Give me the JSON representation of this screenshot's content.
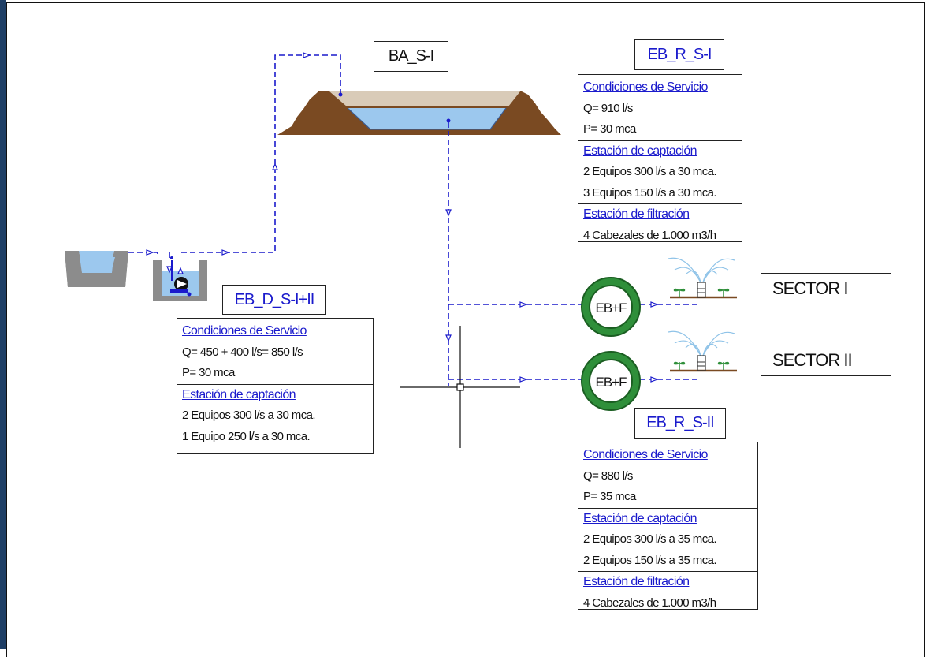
{
  "colors": {
    "pipe": "#1a1acc",
    "earth": "#7a4a22",
    "water": "#9cc8ee",
    "water_dark": "#6fa9dc",
    "basin": "#8c8c8c",
    "crest": "#d9cbb8",
    "ring": "#2f8f3a",
    "ring_dark": "#1b5e22"
  },
  "labels": {
    "ba": "BA_S-I",
    "eb_r_s1": "EB_R_S-I",
    "eb_d": "EB_D_S-I+II",
    "eb_r_s2": "EB_R_S-II",
    "sector1": "SECTOR I",
    "sector2": "SECTOR II",
    "station": "EB+F"
  },
  "box_s1": {
    "rows": [
      "Condiciones de Servicio",
      "Q= 910 l/s",
      "P= 30 mca",
      "Estación de captación",
      "2 Equipos  300 l/s a 30 mca.",
      "3 Equipos 150 l/s a 30 mca.",
      "Estación de filtración",
      "4 Cabezales de 1.000 m3/h"
    ]
  },
  "box_d": {
    "rows": [
      "Condiciones de Servicio",
      "Q= 450 + 400 l/s= 850 l/s",
      "P= 30 mca",
      "Estación de captación",
      "2 Equipos  300 l/s a 30 mca.",
      "1 Equipo 250 l/s a 30 mca."
    ]
  },
  "box_s2": {
    "rows": [
      "Condiciones de Servicio",
      "Q= 880 l/s",
      "P= 35 mca",
      "Estación de captación",
      "2 Equipos  300 l/s a 35 mca.",
      "2 Equipos 150 l/s a 35 mca.",
      "Estación de filtración",
      "4 Cabezales de 1.000 m3/h"
    ]
  }
}
